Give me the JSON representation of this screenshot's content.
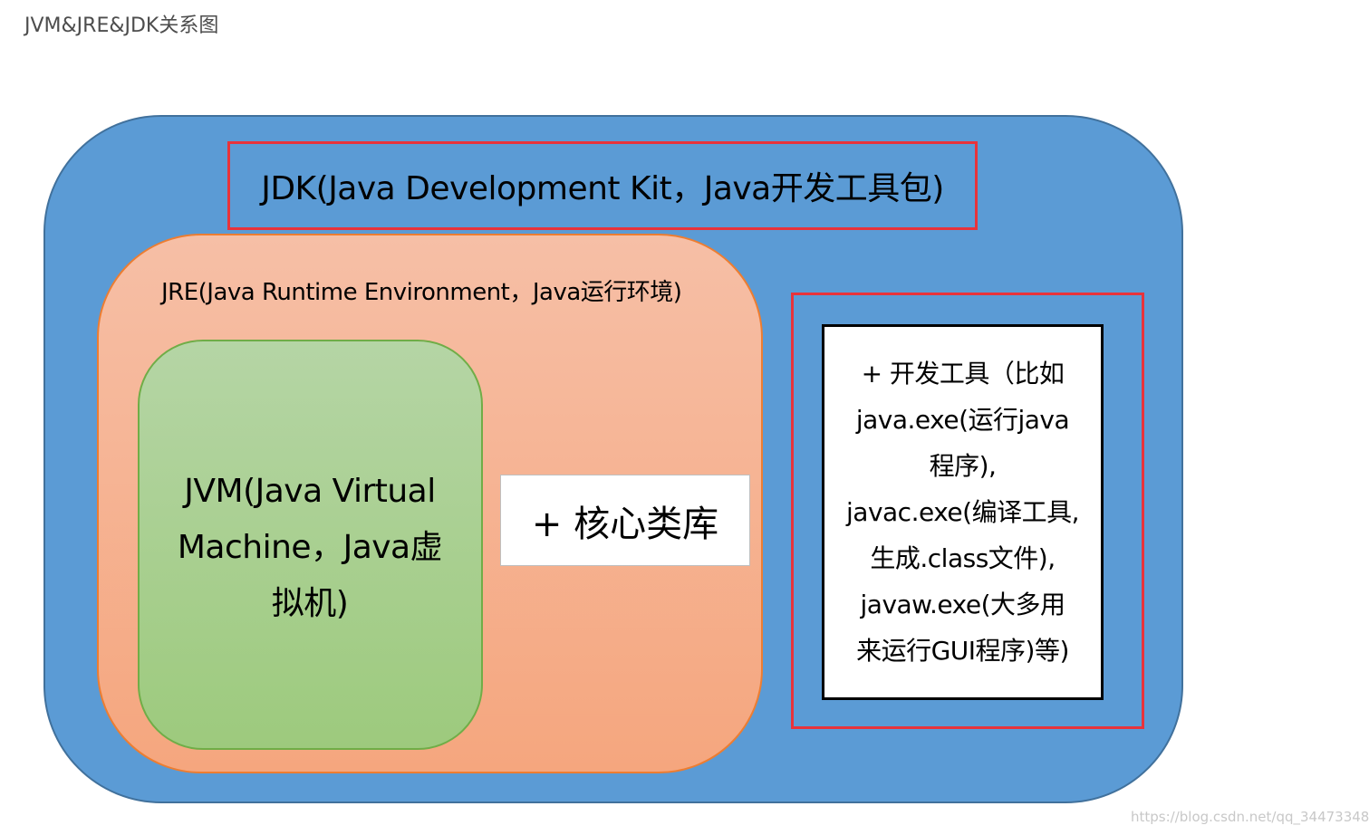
{
  "page": {
    "title": "JVM&JRE&JDK关系图"
  },
  "diagram": {
    "jdk": {
      "label": "JDK(Java Development Kit，Java开发工具包)",
      "color": "#5b9bd5"
    },
    "jre": {
      "label": "JRE(Java Runtime Environment，Java运行环境)",
      "color": "#f5b08f"
    },
    "jvm": {
      "lines": [
        "JVM(Java Virtual",
        "Machine，Java虚",
        "拟机)"
      ],
      "color": "#a9d18e"
    },
    "core_library": {
      "label": "+ 核心类库"
    },
    "dev_tools": {
      "lines": [
        "+ 开发工具（比如",
        "java.exe(运行java",
        "程序),",
        "javac.exe(编译工具,",
        "生成.class文件),",
        "javaw.exe(大多用",
        "来运行GUI程序)等)"
      ]
    },
    "highlight_color": "#e8333b"
  },
  "watermark": "https://blog.csdn.net/qq_34473348"
}
